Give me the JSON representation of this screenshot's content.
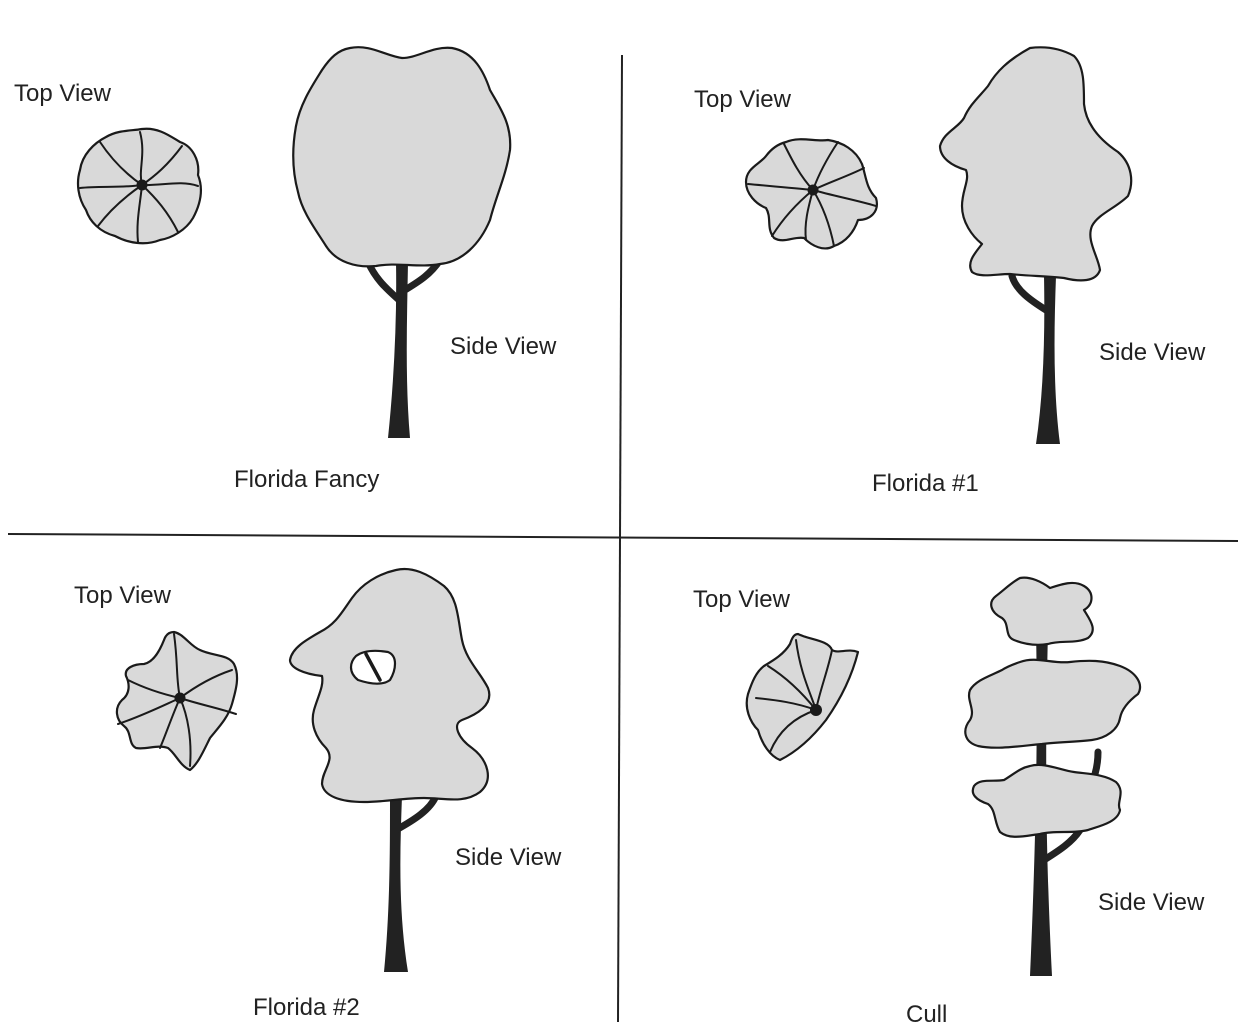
{
  "panels": [
    {
      "grade": "Florida Fancy",
      "top_label": "Top View",
      "side_label": "Side View"
    },
    {
      "grade": "Florida #1",
      "top_label": "Top View",
      "side_label": "Side View"
    },
    {
      "grade": "Florida #2",
      "top_label": "Top View",
      "side_label": "Side View"
    },
    {
      "grade": "Cull",
      "top_label": "Top View",
      "side_label": "Side View"
    }
  ],
  "colors": {
    "canopy": "#d9d9d9",
    "outline": "#1a1a1a",
    "trunk": "#222222",
    "background": "#ffffff"
  }
}
